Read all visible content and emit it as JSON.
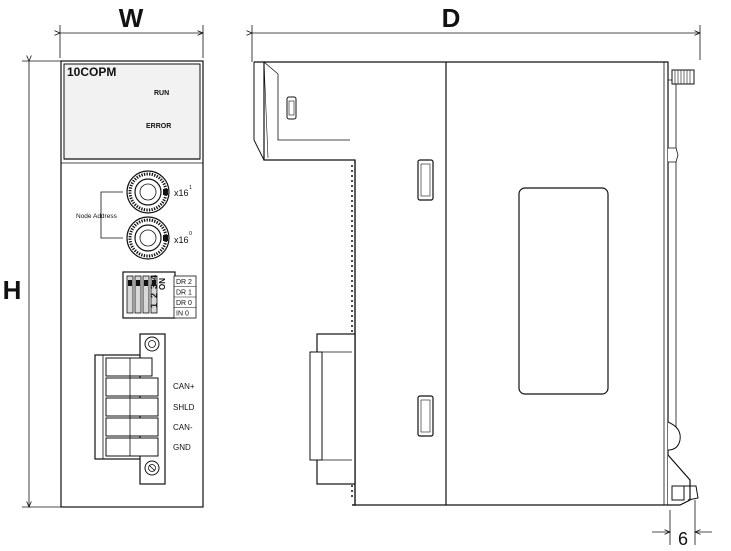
{
  "dimensions": {
    "width": "W",
    "depth": "D",
    "height": "H",
    "rail_offset": "6"
  },
  "front_panel": {
    "model": "10COPM",
    "led_run": "RUN",
    "led_error": "ERROR",
    "node_address_label": "Node  Address",
    "rotary_upper_multiplier": "x16",
    "rotary_upper_exponent": "1",
    "rotary_lower_multiplier": "x16",
    "rotary_lower_exponent": "0",
    "dip_switch": {
      "on_label": "ON",
      "numbers": [
        "1",
        "2",
        "3",
        "4"
      ],
      "functions": [
        "DR 2",
        "DR 1",
        "DR 0",
        "IN 0"
      ]
    },
    "terminal_labels": [
      "CAN+",
      "SHLD",
      "CAN-",
      "GND"
    ]
  }
}
